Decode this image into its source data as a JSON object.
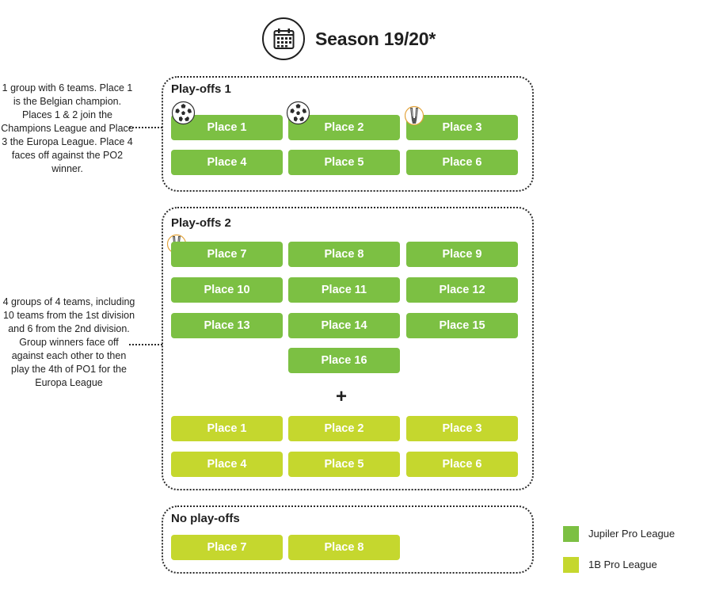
{
  "header": {
    "title": "Season 19/20*",
    "icon": "calendar-icon"
  },
  "colors": {
    "jupiler": "#7cc043",
    "pro_1b": "#c5d72e"
  },
  "playoffs1": {
    "title": "Play-offs 1",
    "places": [
      "Place 1",
      "Place 2",
      "Place 3",
      "Place 4",
      "Place 5",
      "Place 6"
    ],
    "note": "1 group with 6 teams. Place 1 is the Belgian champion. Places 1 & 2 join the Champions League and Place 3 the Europa League. Place 4 faces off against the PO2 winner."
  },
  "playoffs2": {
    "title": "Play-offs 2",
    "jpl_places": [
      "Place 7",
      "Place 8",
      "Place 9",
      "Place 10",
      "Place 11",
      "Place 12",
      "Place 13",
      "Place 14",
      "Place 15",
      "Place 16"
    ],
    "plus": "+",
    "pl1b_places": [
      "Place 1",
      "Place 2",
      "Place 3",
      "Place 4",
      "Place 5",
      "Place 6"
    ],
    "note": "4 groups of 4 teams, including 10 teams from the 1st division and 6 from the 2nd division. Group winners face off against each other to then play the 4th of PO1 for the Europa League"
  },
  "no_playoffs": {
    "title": "No play-offs",
    "places": [
      "Place 7",
      "Place 8"
    ]
  },
  "legend": {
    "jupiler": "Jupiler Pro League",
    "pro_1b": "1B Pro League"
  }
}
